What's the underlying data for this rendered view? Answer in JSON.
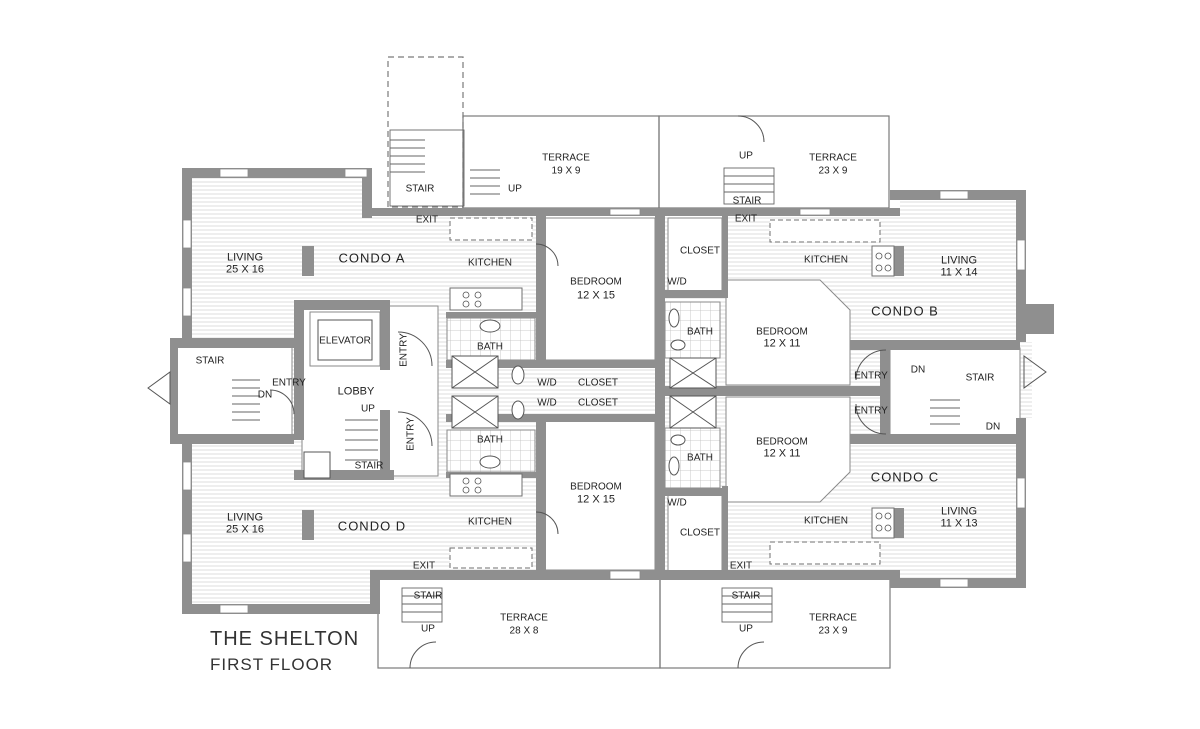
{
  "title": {
    "line1": "THE SHELTON",
    "line2": "FIRST FLOOR"
  },
  "units": {
    "a": {
      "name": "CONDO A",
      "living": "LIVING",
      "living_dim": "25 X 16",
      "kitchen": "KITCHEN",
      "bedroom": "BEDROOM",
      "bedroom_dim": "12 X 15",
      "bath": "BATH",
      "closet": "CLOSET",
      "wd": "W/D",
      "terrace": "TERRACE",
      "terrace_dim": "19 X 9",
      "exit": "EXIT"
    },
    "b": {
      "name": "CONDO B",
      "living": "LIVING",
      "living_dim": "11 X 14",
      "kitchen": "KITCHEN",
      "bedroom": "BEDROOM",
      "bedroom_dim": "12 X 11",
      "bath": "BATH",
      "closet": "CLOSET",
      "wd": "W/D",
      "terrace": "TERRACE",
      "terrace_dim": "23 X 9",
      "exit": "EXIT",
      "entry": "ENTRY"
    },
    "c": {
      "name": "CONDO C",
      "living": "LIVING",
      "living_dim": "11 X 13",
      "kitchen": "KITCHEN",
      "bedroom": "BEDROOM",
      "bedroom_dim": "12 X 11",
      "bath": "BATH",
      "closet": "CLOSET",
      "wd": "W/D",
      "terrace": "TERRACE",
      "terrace_dim": "23 X 9",
      "exit": "EXIT",
      "entry": "ENTRY"
    },
    "d": {
      "name": "CONDO D",
      "living": "LIVING",
      "living_dim": "25 X 16",
      "kitchen": "KITCHEN",
      "bedroom": "BEDROOM",
      "bedroom_dim": "12 X 15",
      "bath": "BATH",
      "closet": "CLOSET",
      "wd": "W/D",
      "terrace": "TERRACE",
      "terrace_dim": "28 X 8",
      "exit": "EXIT"
    }
  },
  "common": {
    "lobby": "LOBBY",
    "elevator": "ELEVATOR",
    "stair": "STAIR",
    "up": "UP",
    "dn": "DN",
    "entry": "ENTRY"
  }
}
